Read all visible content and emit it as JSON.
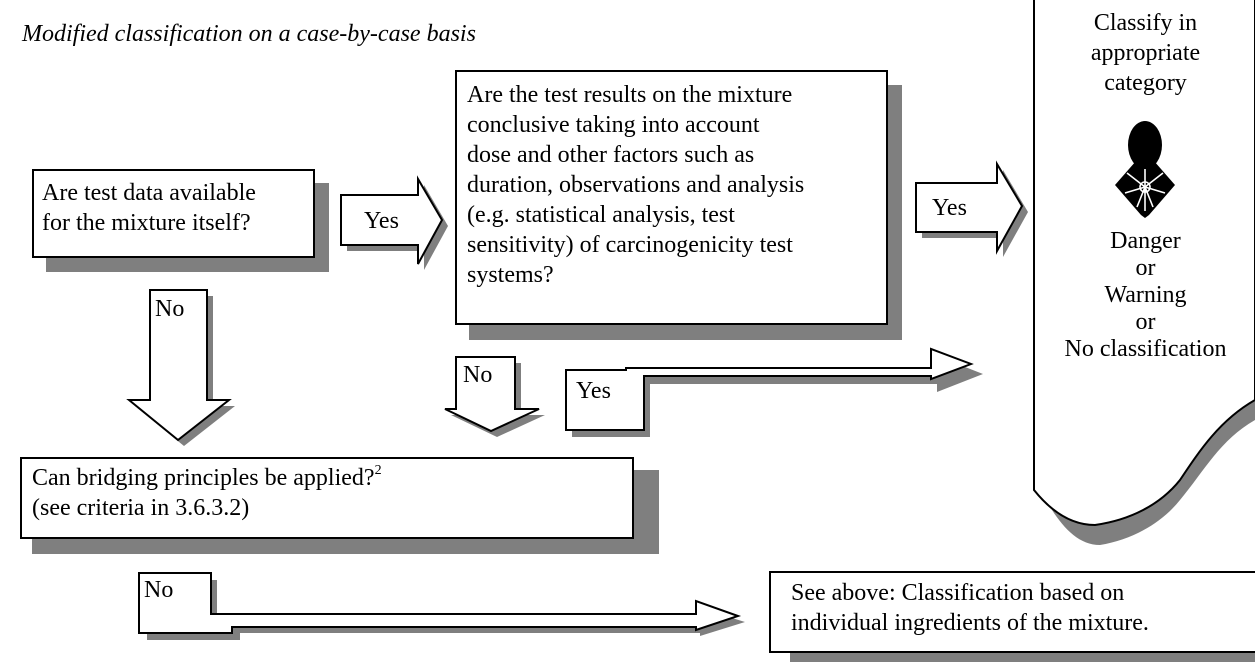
{
  "title": "Modified classification on a case-by-case basis",
  "q1": {
    "lines": [
      "Are test data available",
      "for the mixture itself?"
    ]
  },
  "q2": {
    "lines": [
      "Are the test results on the mixture",
      "conclusive taking into account",
      "dose and other factors such as",
      "duration, observations and analysis",
      "(e.g. statistical analysis, test",
      "sensitivity) of carcinogenicity test",
      "systems?"
    ]
  },
  "q3": {
    "line1": "Can bridging principles be applied?",
    "sup": "2",
    "line2": "(see criteria in 3.6.3.2)"
  },
  "result": {
    "header_lines": [
      "Classify in",
      "appropriate",
      "category"
    ],
    "lines": [
      "Danger",
      "or",
      "Warning",
      "or",
      "No classification"
    ],
    "icon": "health-hazard-pictogram"
  },
  "see_above": {
    "lines": [
      "See above: Classification based on",
      "individual ingredients of the mixture."
    ]
  },
  "labels": {
    "yes1": "Yes",
    "yes2": "Yes",
    "yes3": "Yes",
    "no1": "No",
    "no2": "No",
    "no3": "No"
  }
}
